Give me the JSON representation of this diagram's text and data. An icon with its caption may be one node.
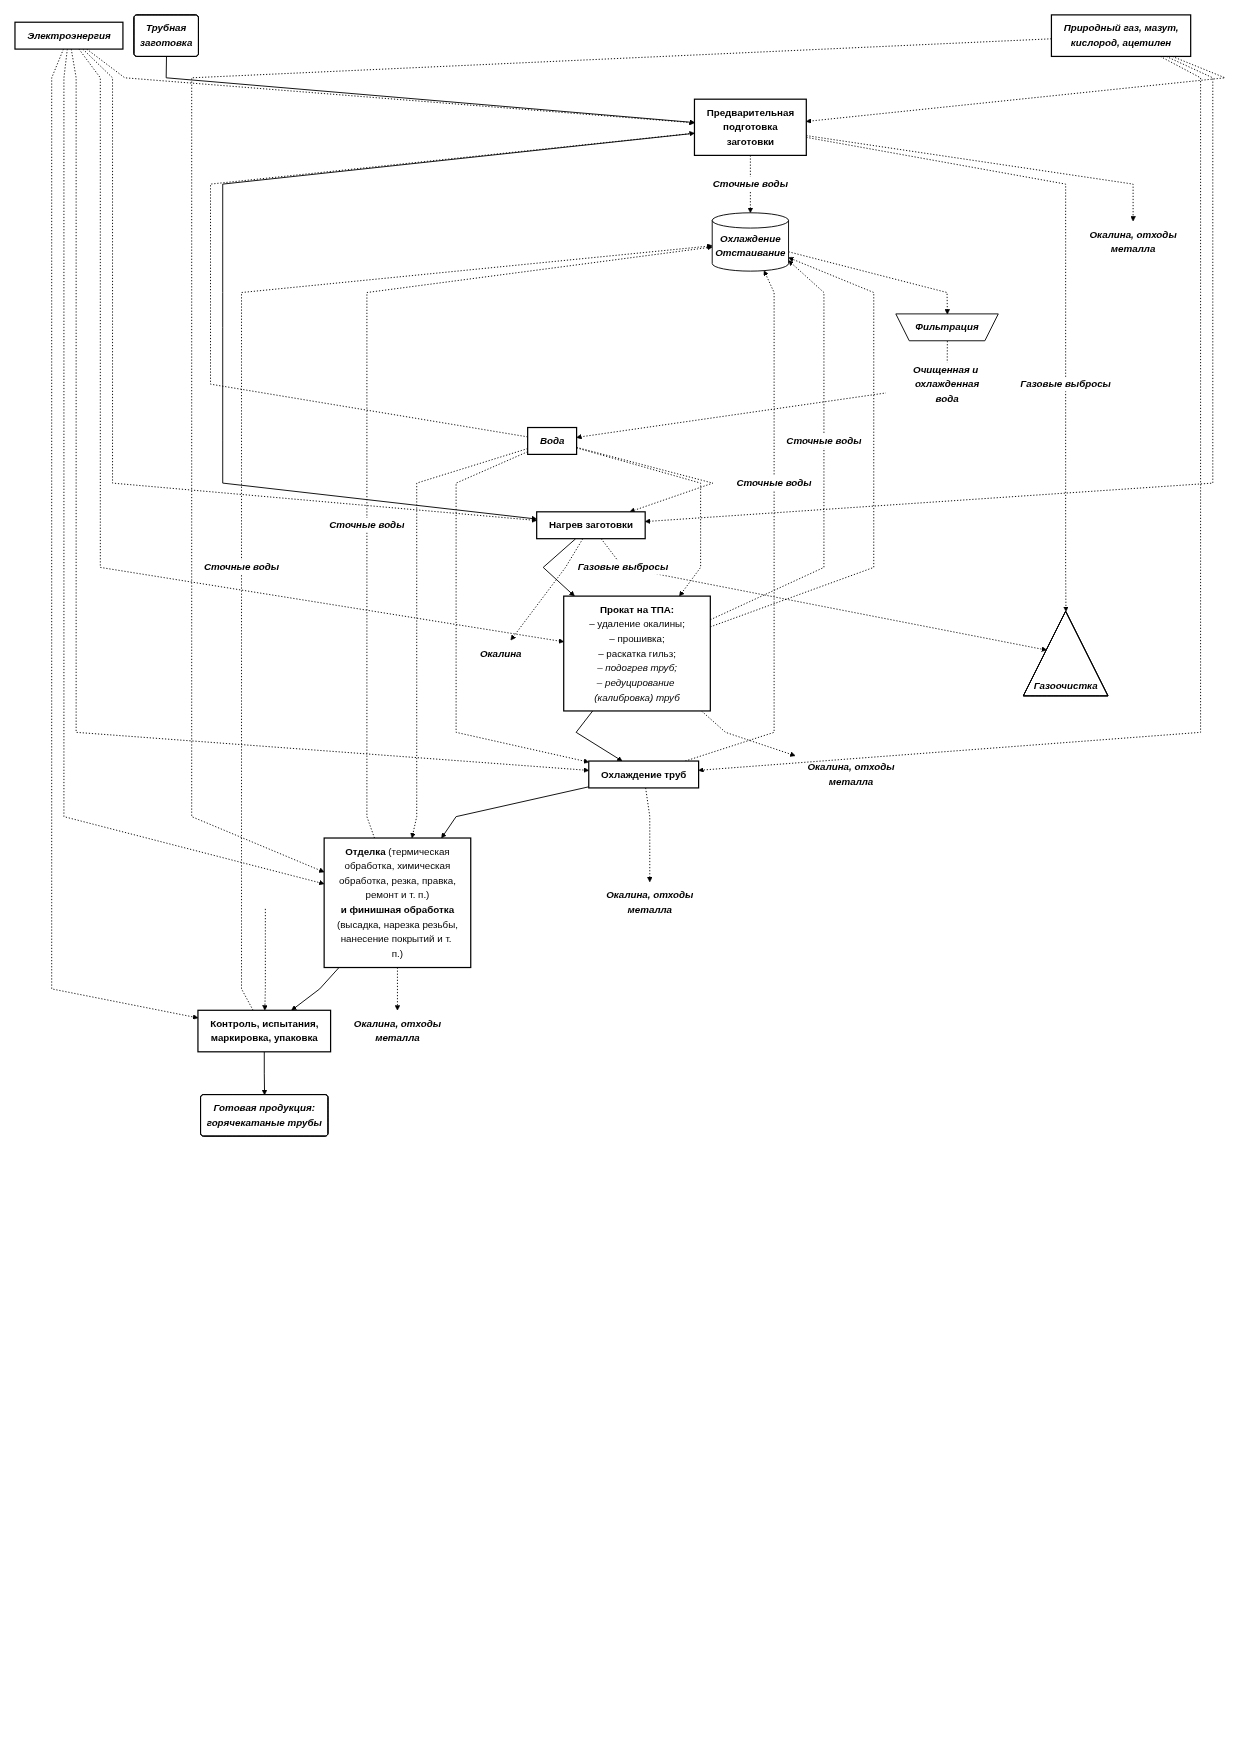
{
  "diagram": {
    "nodes": [
      {
        "text": [
          "Электроэнергия"
        ]
      },
      {
        "text": [
          "Природный газ, мазут, кислород, ацетилен"
        ]
      },
      {
        "text": [
          "Вода"
        ]
      },
      {
        "text": [
          "Трубная заготовка"
        ]
      },
      {
        "text": [
          "Предварительная подготовка заготовки"
        ]
      },
      {
        "text": [
          "Нагрев заготовки"
        ]
      },
      {
        "text": [
          "Прокат на ТПА:",
          "– удаление окалины;",
          "– прошивка;",
          "– раскатка гильз;",
          "– подогрев труб;",
          "– редуцирование (калибровка) труб"
        ]
      },
      {
        "text": [
          "Охлаждение труб"
        ]
      },
      {
        "text": [
          "**Отделка** (термическая обработка, химическая обработка, резка, правка, ремонт и т. п.)",
          "**и финишная обработка** (высадка, нарезка резьбы, нанесение покрытий и т. п.)"
        ]
      },
      {
        "text": [
          "Контроль, испытания, маркировка, упаковка"
        ]
      },
      {
        "text": [
          "Готовая продукция: горячекатаные трубы"
        ]
      },
      {
        "text": [
          "Газоочистка"
        ]
      },
      {
        "text": [
          "Охлаждение",
          "Отстаивание"
        ]
      },
      {
        "text": [
          "Фильтрация"
        ]
      },
      {
        "text": [
          "Окалина, отходы металла"
        ]
      },
      {
        "text": [
          "Окалина"
        ]
      },
      {
        "text": [
          "Окалина, отходы металла"
        ]
      },
      {
        "text": [
          "Окалина, отходы металла"
        ]
      },
      {
        "text": [
          "Окалина, отходы металла"
        ]
      }
    ],
    "edges": [
      {
        "from": 3,
        "to": 4,
        "arrow": "to"
      },
      {
        "from": 0,
        "to": 4,
        "arrow": "to",
        "style": "dashed"
      },
      {
        "from": 1,
        "to": 4,
        "arrow": "to",
        "style": "dashed"
      },
      {
        "from": 2,
        "to": 4,
        "arrow": "to",
        "style": "dashed"
      },
      {
        "from": 4,
        "to": 14,
        "arrow": "to",
        "style": "dashed"
      },
      {
        "from": 4,
        "to": 11,
        "arrow": "to",
        "style": "dashed",
        "label": "Газовые выбросы"
      },
      {
        "from": 4,
        "to": 12,
        "arrow": "to",
        "style": "dashed",
        "label": "Сточные воды"
      },
      {
        "from": 4,
        "to": 5,
        "arrow": "to"
      },
      {
        "from": 2,
        "to": 5,
        "arrow": "to",
        "style": "dashed"
      },
      {
        "from": 1,
        "to": 5,
        "arrow": "to",
        "style": "dashed"
      },
      {
        "from": 0,
        "to": 5,
        "arrow": "to",
        "style": "dashed"
      },
      {
        "from": 5,
        "to": 11,
        "arrow": "to",
        "style": "dashed",
        "label": "Газовые выбросы"
      },
      {
        "from": 5,
        "to": 15,
        "arrow": "to",
        "style": "dashed"
      },
      {
        "from": 5,
        "to": 6,
        "arrow": "to"
      },
      {
        "from": 6,
        "to": 12,
        "arrow": "to",
        "style": "dashed"
      },
      {
        "from": 2,
        "to": 6,
        "arrow": "to",
        "style": "dashed"
      },
      {
        "from": 0,
        "to": 6,
        "arrow": "to",
        "style": "dashed"
      },
      {
        "from": 6,
        "to": 16,
        "arrow": "to",
        "style": "dashed"
      },
      {
        "from": 6,
        "to": 12,
        "arrow": "to",
        "style": "dashed",
        "label": "Сточные воды"
      },
      {
        "from": 6,
        "to": 7,
        "arrow": "to"
      },
      {
        "from": 2,
        "to": 7,
        "arrow": "to",
        "style": "dashed"
      },
      {
        "from": 1,
        "to": 7,
        "arrow": "to",
        "style": "dashed"
      },
      {
        "from": 0,
        "to": 7,
        "arrow": "to",
        "style": "dashed"
      },
      {
        "from": 7,
        "to": 17,
        "arrow": "to",
        "style": "dashed"
      },
      {
        "from": 7,
        "to": 12,
        "arrow": "to",
        "style": "dashed",
        "label": "Сточные воды"
      },
      {
        "from": 7,
        "to": 8,
        "arrow": "to"
      },
      {
        "from": 2,
        "to": 8,
        "arrow": "to",
        "style": "dashed"
      },
      {
        "from": 1,
        "to": 8,
        "arrow": "to",
        "style": "dashed"
      },
      {
        "from": 0,
        "to": 8,
        "arrow": "to",
        "style": "dashed"
      },
      {
        "from": 8,
        "to": 18,
        "arrow": "to",
        "style": "dashed"
      },
      {
        "from": 8,
        "to": 12,
        "arrow": "to",
        "style": "dashed",
        "label": "Сточные воды"
      },
      {
        "from": 8,
        "to": 9,
        "arrow": "to"
      },
      {
        "from": 12,
        "to": 13,
        "arrow": "to",
        "style": "dashed"
      },
      {
        "from": 13,
        "to": 2,
        "arrow": "to",
        "style": "dashed",
        "label": "Очищенная и охлажденная вода"
      },
      {
        "from": null,
        "to": 9,
        "arrow": "to",
        "style": "dashed"
      },
      {
        "from": 0,
        "to": 9,
        "arrow": "to",
        "style": "dashed"
      },
      {
        "from": 9,
        "to": 12,
        "arrow": "to",
        "style": "dashed",
        "label": "Сточные воды"
      },
      {
        "from": 9,
        "to": 10,
        "arrow": "to"
      }
    ]
  }
}
